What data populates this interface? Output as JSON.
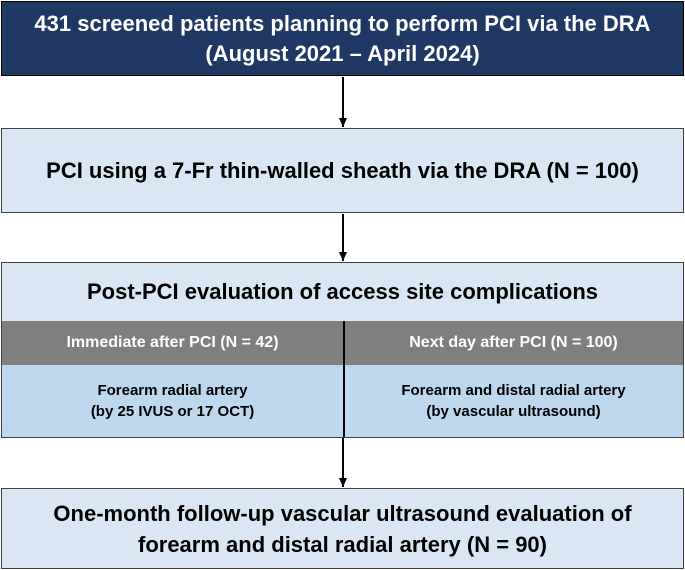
{
  "top_box": {
    "line1": "431 screened patients planning to perform PCI via the DRA",
    "line2": "(August 2021 – April 2024)"
  },
  "procedure_box": {
    "text": "PCI using a 7-Fr thin-walled sheath via the DRA (N = 100)"
  },
  "evaluation_box": {
    "title": "Post-PCI evaluation of access site complications",
    "left": {
      "header": "Immediate after PCI (N = 42)",
      "line1": "Forearm radial artery",
      "line2": "(by 25 IVUS or 17 OCT)"
    },
    "right": {
      "header": "Next day after PCI (N = 100)",
      "line1": "Forearm and distal radial artery",
      "line2": "(by vascular ultrasound)"
    }
  },
  "followup_box": {
    "line1": "One-month follow-up vascular ultrasound evaluation of",
    "line2": "forearm and distal radial artery (N = 90)"
  },
  "colors": {
    "top_fill": "#1f3864",
    "box_fill": "#dae6f4",
    "header_band": "#7f7f7f",
    "detail_band": "#bdd7ee"
  }
}
